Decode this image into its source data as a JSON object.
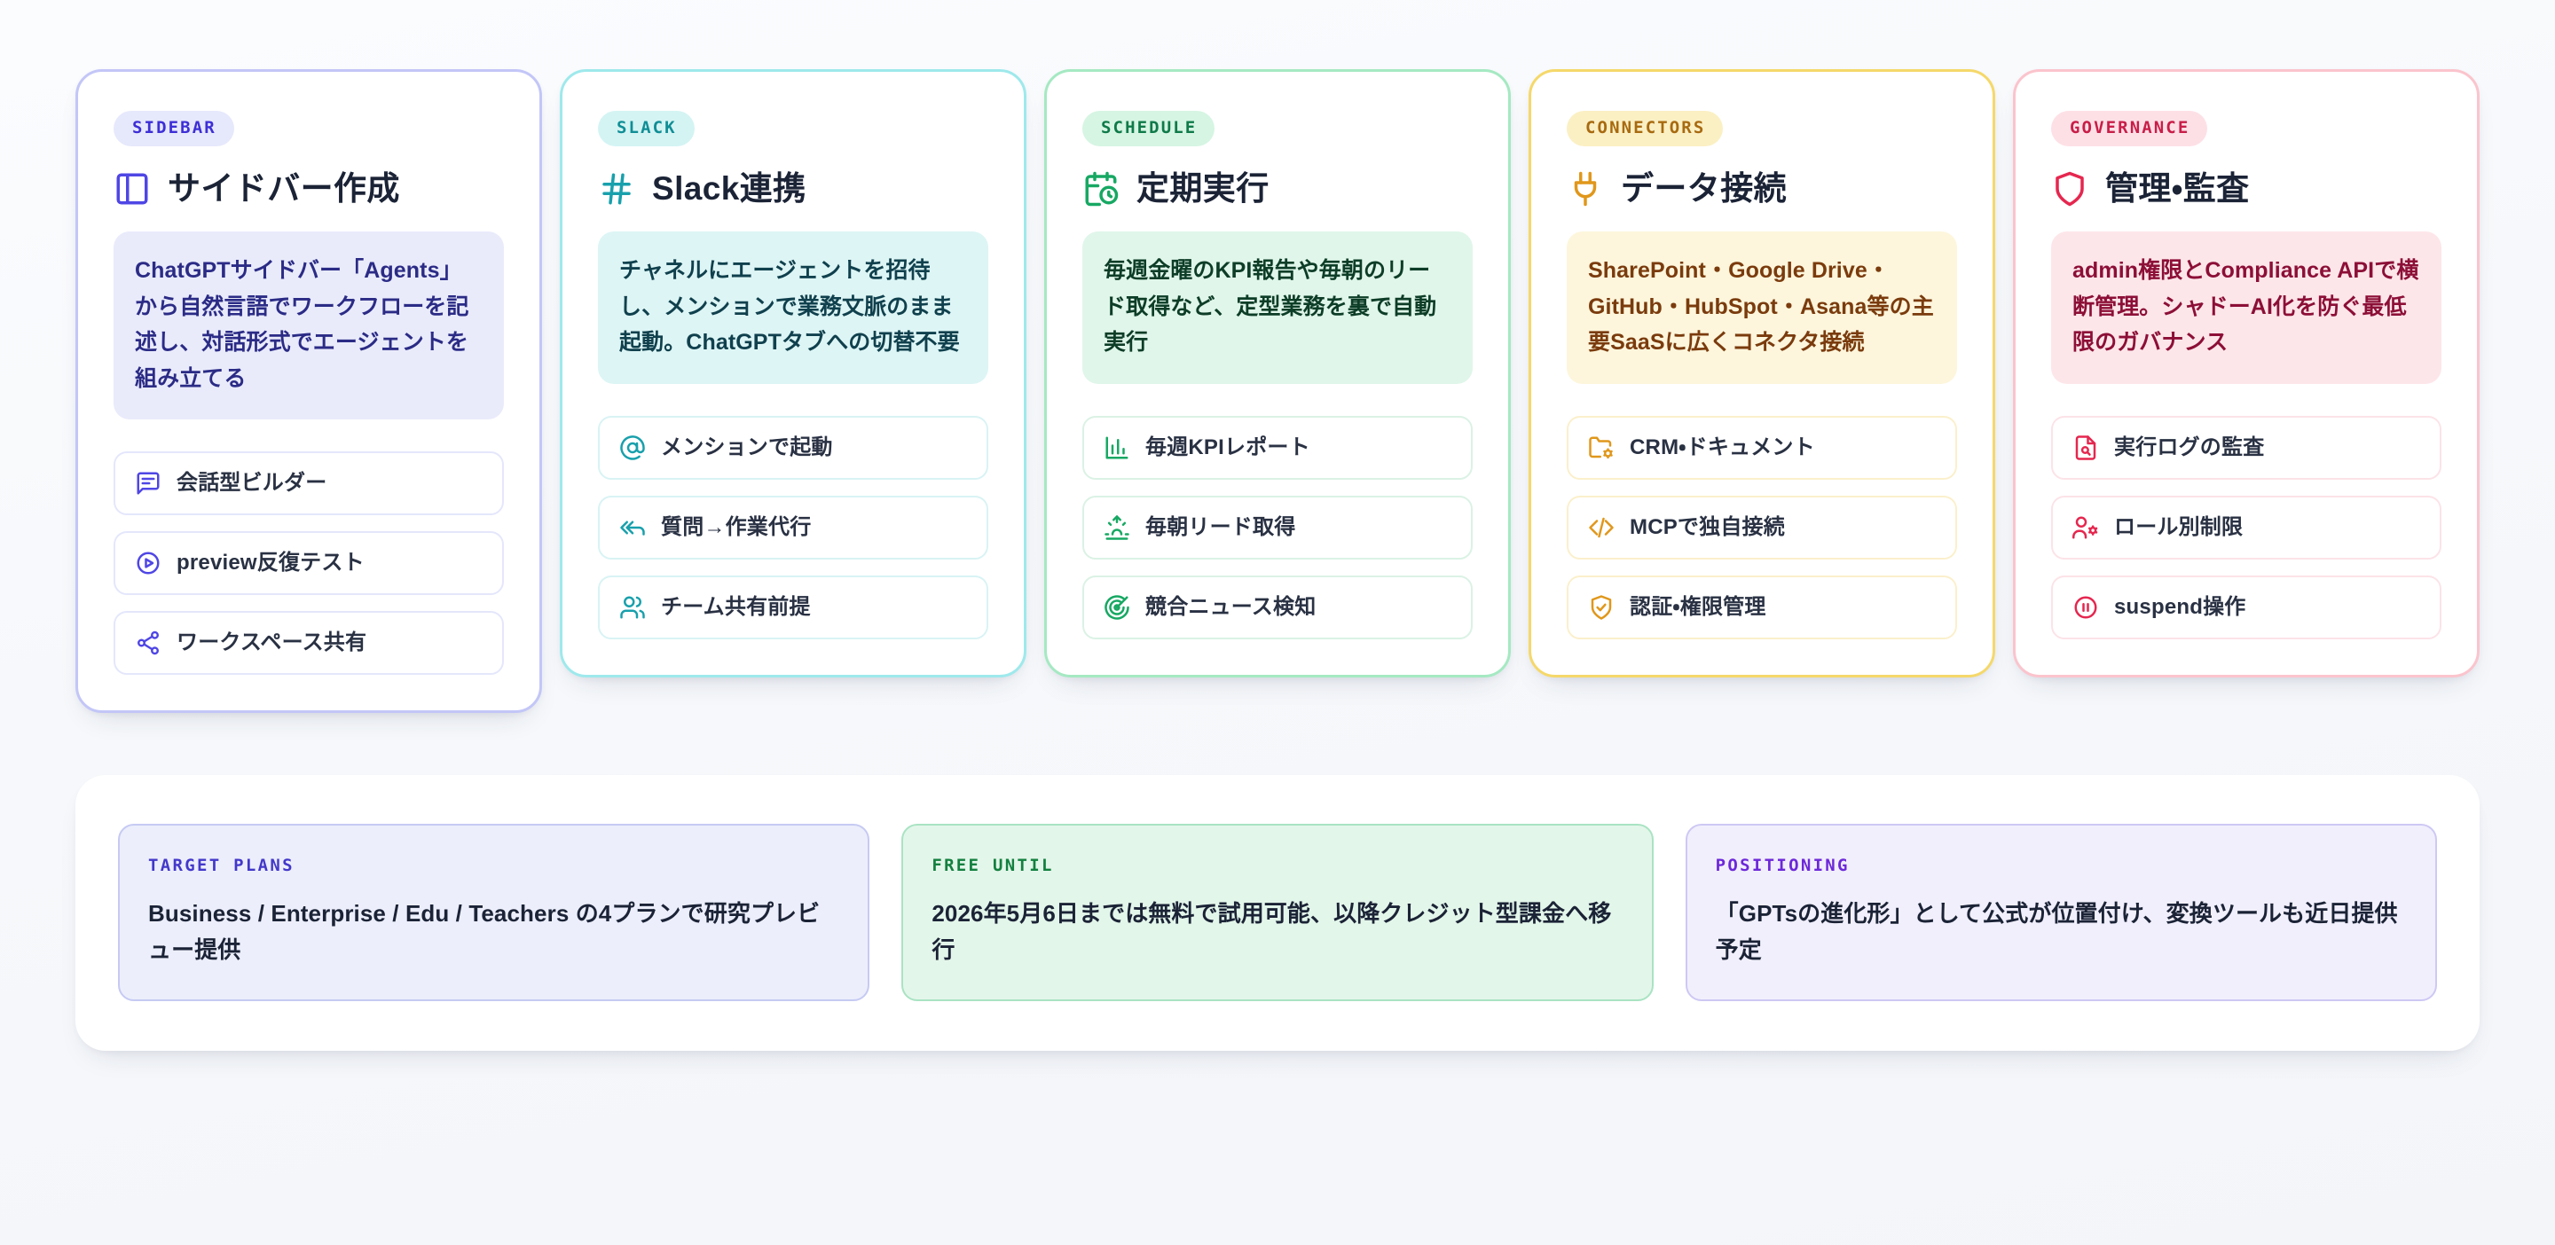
{
  "cards": [
    {
      "badge": "SIDEBAR",
      "title": "サイドバー作成",
      "title_icon": "panel-left-icon",
      "description": "ChatGPTサイドバー「Agents」から自然言語でワークフローを記述し、対話形式でエージェントを組み立てる",
      "accent": {
        "border": "#c3c6f7",
        "badge_bg": "#e6e8fc",
        "badge_fg": "#3d2fd6",
        "icon": "#4f46e5",
        "soft_bg": "#e9ebfb",
        "desc_fg": "#2b2b86",
        "item_border": "#e4e7fb"
      },
      "items": [
        {
          "icon": "message-square-icon",
          "label": "会話型ビルダー"
        },
        {
          "icon": "play-circle-icon",
          "label": "preview反復テスト"
        },
        {
          "icon": "share-icon",
          "label": "ワークスペース共有"
        }
      ]
    },
    {
      "badge": "SLACK",
      "title": "Slack連携",
      "title_icon": "hash-icon",
      "description": "チャネルにエージェントを招待し、メンションで業務文脈のまま起動。ChatGPTタブへの切替不要",
      "accent": {
        "border": "#9ee9ec",
        "badge_bg": "#d4f4f3",
        "badge_fg": "#108e96",
        "icon": "#18a0ac",
        "soft_bg": "#ddf5f5",
        "desc_fg": "#10404d",
        "item_border": "#d9f3f4"
      },
      "items": [
        {
          "icon": "at-sign-icon",
          "label": "メンションで起動"
        },
        {
          "icon": "reply-all-icon",
          "label": "質問→作業代行"
        },
        {
          "icon": "users-icon",
          "label": "チーム共有前提"
        }
      ]
    },
    {
      "badge": "SCHEDULE",
      "title": "定期実行",
      "title_icon": "calendar-clock-icon",
      "description": "毎週金曜のKPI報告や毎朝のリード取得など、定型業務を裏で自動実行",
      "accent": {
        "border": "#a5e9c2",
        "badge_bg": "#d6f5e3",
        "badge_fg": "#0f7a49",
        "icon": "#17a863",
        "soft_bg": "#e0f6ea",
        "desc_fg": "#0d3d27",
        "item_border": "#dbf2e5"
      },
      "items": [
        {
          "icon": "bar-chart-icon",
          "label": "毎週KPIレポート"
        },
        {
          "icon": "sunrise-icon",
          "label": "毎朝リード取得"
        },
        {
          "icon": "radar-icon",
          "label": "競合ニュース検知"
        }
      ]
    },
    {
      "badge": "CONNECTORS",
      "title": "データ接続",
      "title_icon": "plug-icon",
      "description": "SharePoint・Google Drive・GitHub・HubSpot・Asana等の主要SaaSに広くコネクタ接続",
      "accent": {
        "border": "#f5d86a",
        "badge_bg": "#fbf0c4",
        "badge_fg": "#a86a10",
        "icon": "#e0971b",
        "soft_bg": "#fdf6dc",
        "desc_fg": "#7a3b0d",
        "item_border": "#fbf0cc"
      },
      "items": [
        {
          "icon": "folder-cog-icon",
          "label": "CRM・ドキュメント"
        },
        {
          "icon": "code-icon",
          "label": "MCPで独自接続"
        },
        {
          "icon": "shield-check-icon",
          "label": "認証・権限管理"
        }
      ]
    },
    {
      "badge": "GOVERNANCE",
      "title": "管理・監査",
      "title_icon": "shield-icon",
      "description": "admin権限とCompliance APIで横断管理。シャドーAI化を防ぐ最低限のガバナンス",
      "accent": {
        "border": "#fbc4cd",
        "badge_bg": "#fde0e6",
        "badge_fg": "#c81e49",
        "icon": "#e5274f",
        "soft_bg": "#fde6ea",
        "desc_fg": "#8c0f37",
        "item_border": "#fce3e8"
      },
      "items": [
        {
          "icon": "file-search-icon",
          "label": "実行ログの監査"
        },
        {
          "icon": "user-cog-icon",
          "label": "ロール別制限"
        },
        {
          "icon": "pause-circle-icon",
          "label": "suspend操作"
        }
      ]
    }
  ],
  "footer": [
    {
      "label": "TARGET PLANS",
      "text": "Business / Enterprise / Edu / Teachers の4プランで研究プレビュー提供",
      "colors": {
        "bg": "#eceefb",
        "border": "#c6caf3",
        "label": "#4338ca"
      }
    },
    {
      "label": "FREE UNTIL",
      "text": "2026年5月6日までは無料で試用可能、以降クレジット型課金へ移行",
      "colors": {
        "bg": "#e3f6ea",
        "border": "#a9e3c3",
        "label": "#13803f"
      }
    },
    {
      "label": "POSITIONING",
      "text": "「GPTsの進化形」として公式が位置付け、変換ツールも近日提供予定",
      "colors": {
        "bg": "#f1effc",
        "border": "#cdc8f4",
        "label": "#6d28d9"
      }
    }
  ]
}
